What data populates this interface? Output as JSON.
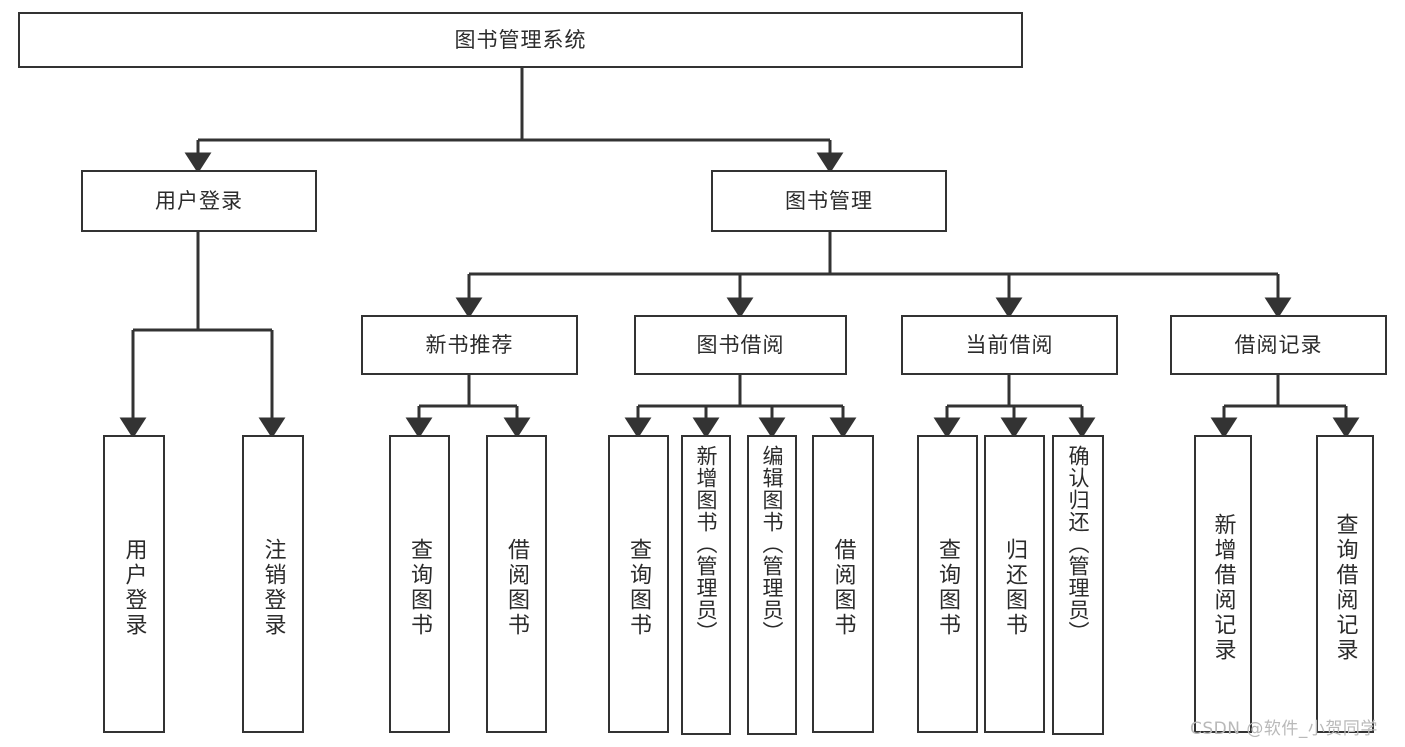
{
  "diagram": {
    "type": "tree-hierarchy",
    "title": "图书管理系统",
    "watermark": "CSDN @软件_小贺同学",
    "colors": {
      "stroke": "#333333",
      "fill": "#ffffff",
      "text": "#2b2b2b",
      "watermark": "#b9b9b9"
    },
    "levels": [
      {
        "level": 1,
        "nodes": [
          {
            "id": "root",
            "label": "图书管理系统",
            "orientation": "horizontal"
          }
        ]
      },
      {
        "level": 2,
        "nodes": [
          {
            "id": "user-login",
            "label": "用户登录",
            "orientation": "horizontal",
            "parent": "root"
          },
          {
            "id": "book-manage",
            "label": "图书管理",
            "orientation": "horizontal",
            "parent": "root"
          }
        ]
      },
      {
        "level": 3,
        "nodes": [
          {
            "id": "new-book-rec",
            "label": "新书推荐",
            "orientation": "horizontal",
            "parent": "book-manage"
          },
          {
            "id": "book-borrow",
            "label": "图书借阅",
            "orientation": "horizontal",
            "parent": "book-manage"
          },
          {
            "id": "current-borrow",
            "label": "当前借阅",
            "orientation": "horizontal",
            "parent": "book-manage"
          },
          {
            "id": "borrow-record",
            "label": "借阅记录",
            "orientation": "horizontal",
            "parent": "book-manage"
          }
        ]
      },
      {
        "level": 4,
        "nodes": [
          {
            "id": "leaf-user-login",
            "label": "用户登录",
            "orientation": "vertical",
            "parent": "user-login"
          },
          {
            "id": "leaf-logout",
            "label": "注销登录",
            "orientation": "vertical",
            "parent": "user-login"
          },
          {
            "id": "leaf-query-book-1",
            "label": "查询图书",
            "orientation": "vertical",
            "parent": "new-book-rec"
          },
          {
            "id": "leaf-borrow-book-1",
            "label": "借阅图书",
            "orientation": "vertical",
            "parent": "new-book-rec"
          },
          {
            "id": "leaf-query-book-2",
            "label": "查询图书",
            "orientation": "vertical",
            "parent": "book-borrow"
          },
          {
            "id": "leaf-add-book",
            "label": "新增图书（管理员）",
            "orientation": "vertical",
            "parent": "book-borrow"
          },
          {
            "id": "leaf-edit-book",
            "label": "编辑图书（管理员）",
            "orientation": "vertical",
            "parent": "book-borrow"
          },
          {
            "id": "leaf-borrow-book-2",
            "label": "借阅图书",
            "orientation": "vertical",
            "parent": "book-borrow"
          },
          {
            "id": "leaf-query-book-3",
            "label": "查询图书",
            "orientation": "vertical",
            "parent": "current-borrow"
          },
          {
            "id": "leaf-return-book",
            "label": "归还图书",
            "orientation": "vertical",
            "parent": "current-borrow"
          },
          {
            "id": "leaf-confirm-return",
            "label": "确认归还（管理员）",
            "orientation": "vertical",
            "parent": "current-borrow"
          },
          {
            "id": "leaf-add-record",
            "label": "新增借阅记录",
            "orientation": "vertical",
            "parent": "borrow-record"
          },
          {
            "id": "leaf-query-record",
            "label": "查询借阅记录",
            "orientation": "vertical",
            "parent": "borrow-record"
          }
        ]
      }
    ]
  }
}
